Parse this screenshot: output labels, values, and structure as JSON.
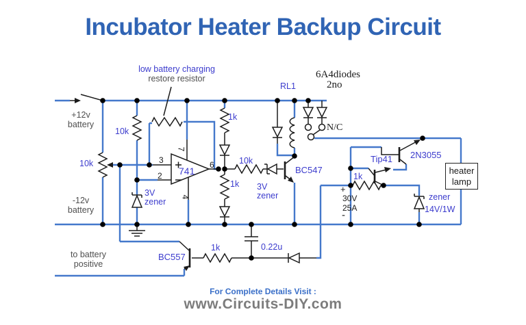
{
  "title": "Incubator Heater Backup Circuit",
  "footer": {
    "line1": "For Complete Details Visit :",
    "line2": "www.Circuits-DIY.com"
  },
  "colors": {
    "title": "#3064b4",
    "wire_blue": "#4478cb",
    "component_label_blue": "#3c3ccd",
    "annotation_gray": "#4f4f4f",
    "footer_url_gray": "#7c7c7c"
  },
  "labels": {
    "low_battery": "low battery charging",
    "restore": "restore resistor",
    "battery_pos": "+12v\nbattery",
    "battery_neg": "-12v\nbattery",
    "to_battery": "to battery\npositive",
    "r10k_sense": "10k",
    "r10k_pot": "10k",
    "r1k_a": "1k",
    "r1k_b": "1k",
    "r10k_drive": "10k",
    "r1k_driver": "1k",
    "r1k_base": "1k",
    "opamp": "741",
    "pin3": "3",
    "pin2": "2",
    "pin7": "7",
    "pin4": "4",
    "pin6": "6",
    "zener_ref": "3V\nzener",
    "zener_drive": "3V\nzener",
    "relay": "RL1",
    "diodes_type": "6A4diodes",
    "diodes_qty": "2no",
    "nc": "N/C",
    "q_bc547": "BC547",
    "q_bc557": "BC557",
    "q_tip41": "Tip41",
    "q_2n3055": "2N3055",
    "heater_lamp": "heater\nlamp",
    "supply_plus": "+",
    "supply": "30V\n25A",
    "supply_minus": "-",
    "zener_out": "zener",
    "zener_out_value": "14V/1W",
    "cap": "0.22u"
  }
}
